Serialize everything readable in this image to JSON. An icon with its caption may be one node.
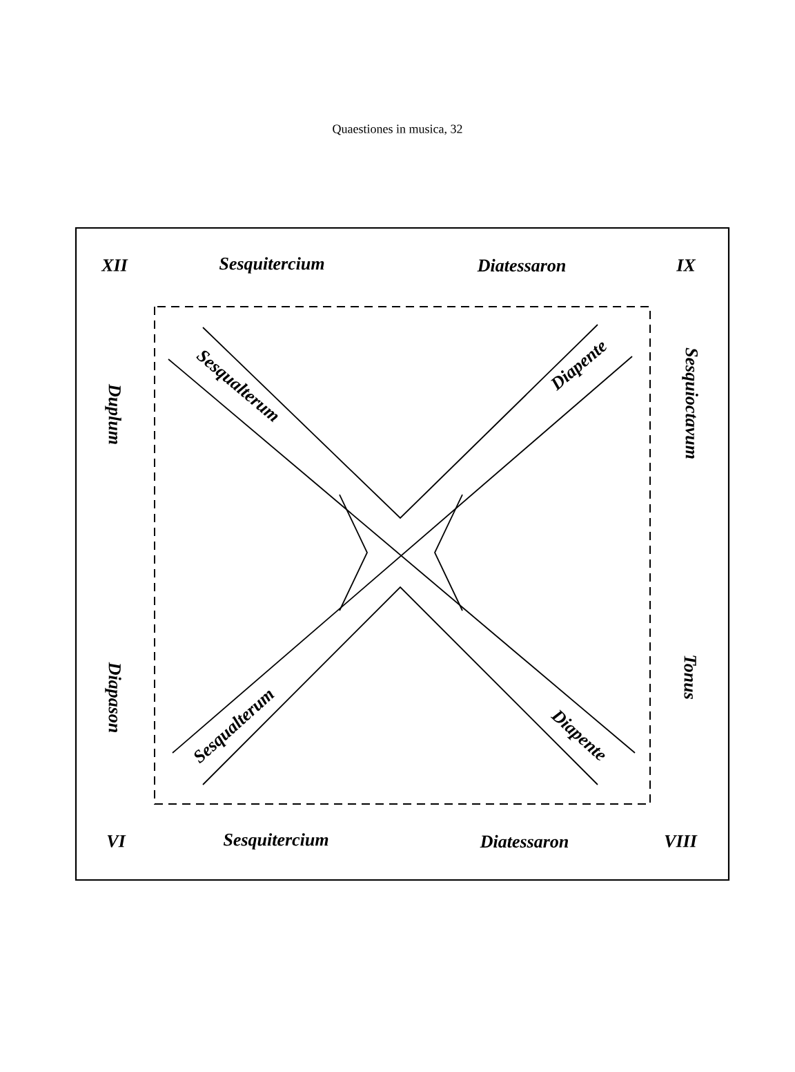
{
  "diagram": {
    "title": "Quaestiones in musica, 32",
    "labels": [
      "XII",
      "Sesquitercium",
      "Diatessaron",
      "IX",
      "Sesqualterum",
      "Diapente",
      "Duplum",
      "Sesquioctavum",
      "Diapason",
      "Tonus",
      "Sesqualterum",
      "Diapente",
      "VI",
      "Sesquitercium",
      "Diatessaron",
      "VIII"
    ]
  }
}
